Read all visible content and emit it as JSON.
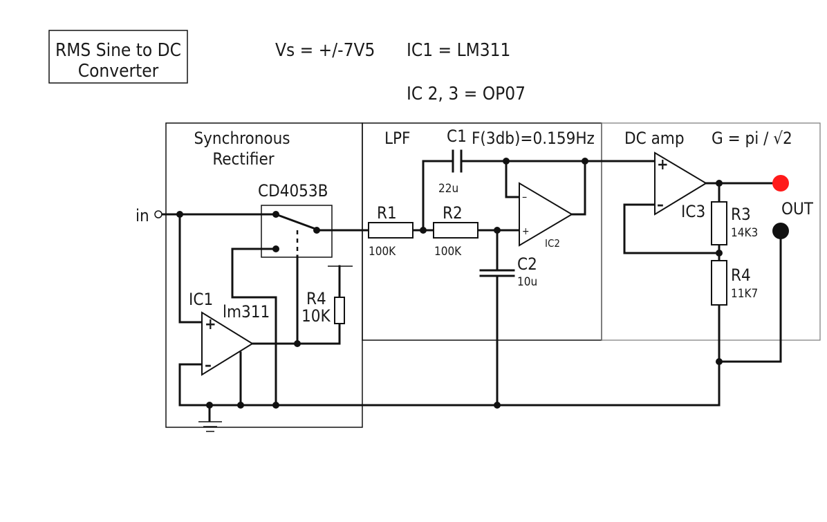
{
  "title": {
    "line1": "RMS Sine to DC",
    "line2": "Converter"
  },
  "supply": "Vs = +/-7V5",
  "ic1_spec": "IC1 = LM311",
  "ic23_spec": "IC 2, 3 = OP07",
  "sections": {
    "rectifier": {
      "line1": "Synchronous",
      "line2": "Rectifier"
    },
    "lpf": "LPF",
    "lpf_freq": "F(3db)=0.159Hz",
    "dc_amp": "DC amp",
    "gain": "G = pi / √2"
  },
  "labels": {
    "input": "in",
    "switch": "CD4053B",
    "ic1": "IC1",
    "ic1_part": "lm311",
    "r4_left": "R4",
    "r4_left_value": "10K",
    "r1": "R1",
    "r1_value": "100K",
    "r2": "R2",
    "r2_value": "100K",
    "c1": "C1",
    "c1_value": "22u",
    "c2": "C2",
    "c2_value": "10u",
    "ic2": "IC2",
    "ic3": "IC3",
    "r3": "R3",
    "r3_value": "14K3",
    "r4_right": "R4",
    "r4_right_value": "11K7",
    "output": "OUT"
  },
  "colors": {
    "output_terminal": "#ff1a1a",
    "wire": "#111111",
    "background": "#ffffff"
  }
}
